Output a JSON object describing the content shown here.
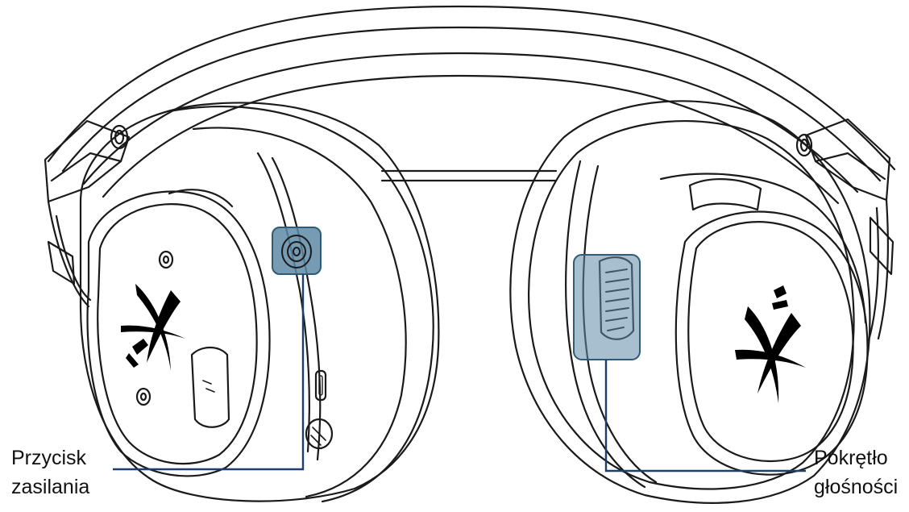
{
  "labels": {
    "power_button": {
      "line1": "Przycisk",
      "line2": "zasilania"
    },
    "volume_wheel": {
      "line1": "Pokrętło",
      "line2": "głośności"
    }
  },
  "colors": {
    "highlight_fill": "#5e8aa6",
    "highlight_stroke": "#2f5a78",
    "leader_line": "#1f3f66",
    "outline": "#1a1a1a",
    "logo": "#000000"
  },
  "icons": [
    "hyperx-logo",
    "power-button-icon",
    "volume-wheel-icon",
    "mic-mute-button-icon",
    "usb-port-icon",
    "mic-jack-icon"
  ]
}
